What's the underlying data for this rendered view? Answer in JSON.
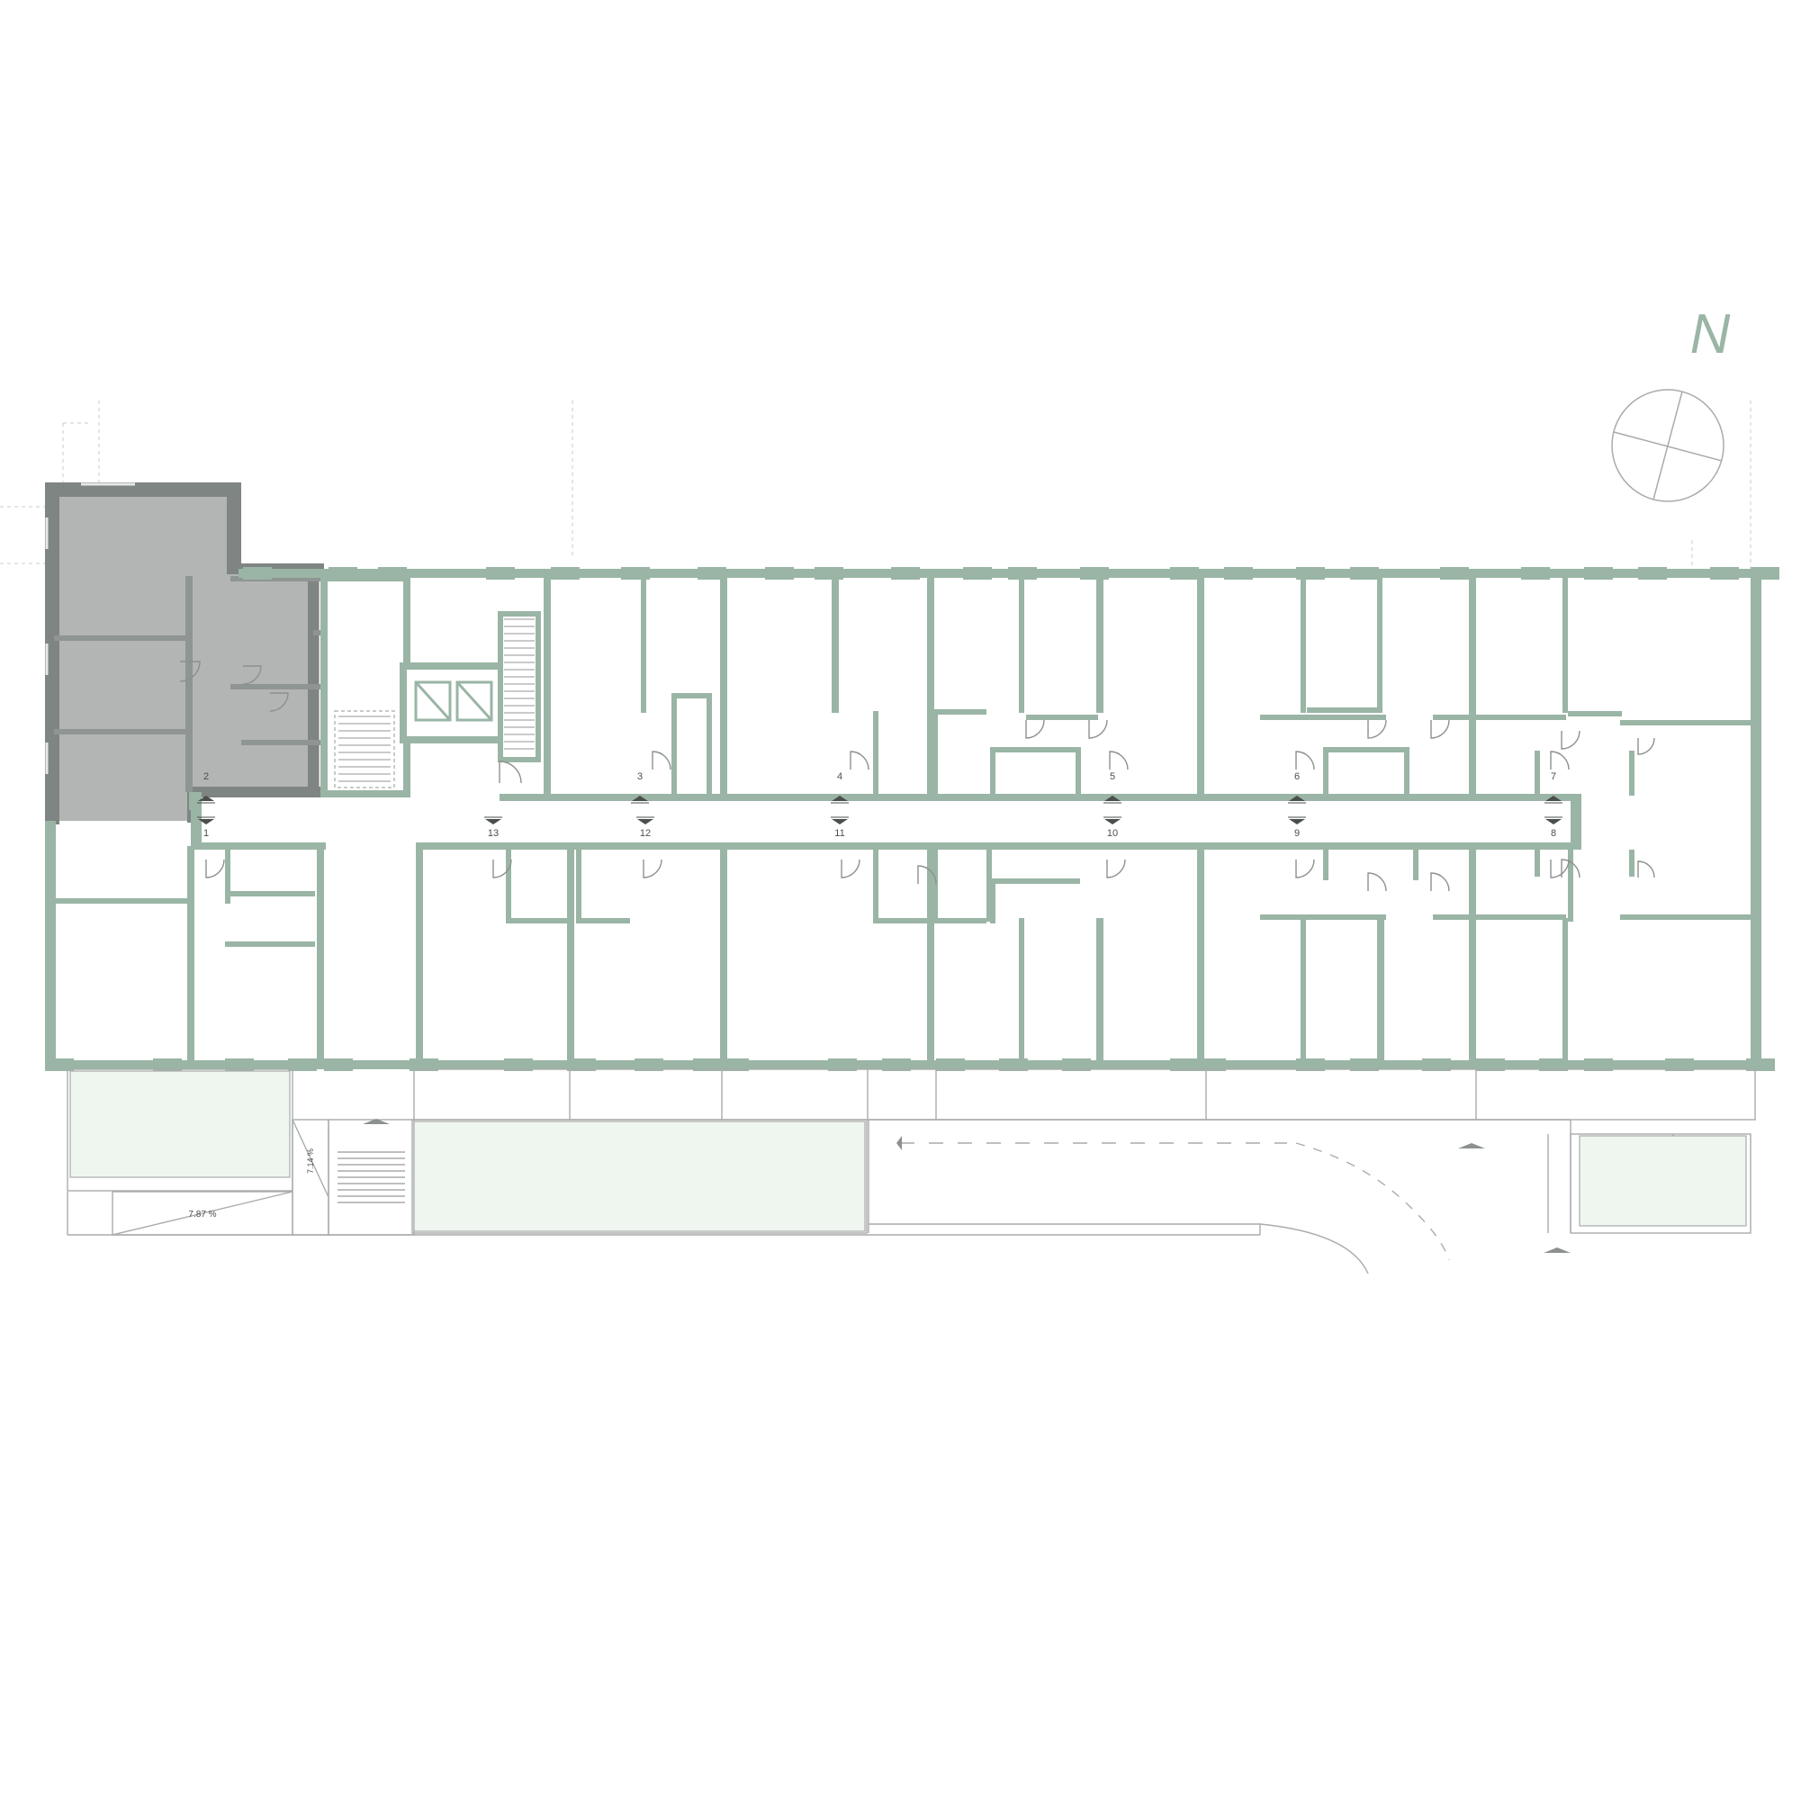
{
  "compass": {
    "north_label": "N"
  },
  "apartments": [
    {
      "number": "1"
    },
    {
      "number": "2"
    },
    {
      "number": "3"
    },
    {
      "number": "4"
    },
    {
      "number": "5"
    },
    {
      "number": "6"
    },
    {
      "number": "7"
    },
    {
      "number": "8"
    },
    {
      "number": "9"
    },
    {
      "number": "10"
    },
    {
      "number": "11"
    },
    {
      "number": "12"
    },
    {
      "number": "13"
    }
  ],
  "ramps": [
    {
      "slope": "7.14 %"
    },
    {
      "slope": "7.87 %"
    }
  ],
  "colors": {
    "wall": "#9ab5a5",
    "wall_dark": "#7e8582",
    "selected_unit": "#b2b5b3",
    "terrace_fill": "#eef6ef",
    "thin_line": "#a9aca9",
    "text": "#4a4f4c"
  },
  "selected_apartment": "highlighted unit, north-west corner"
}
